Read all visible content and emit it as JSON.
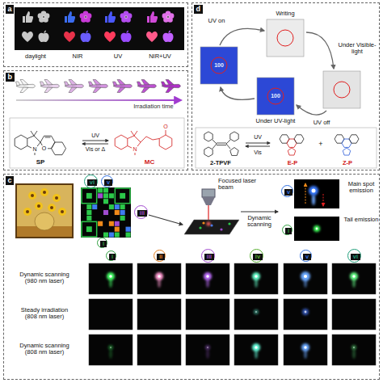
{
  "diagram": {
    "nodes": [
      {
        "text": [
          "a"
        ]
      },
      {
        "text": [
          "d"
        ]
      },
      {
        "text": [
          "b"
        ]
      },
      {
        "text": [
          "c"
        ]
      },
      {
        "text": [
          "vi"
        ],
        "in": 3
      },
      {
        "text": [
          "v"
        ],
        "in": 3
      },
      {
        "text": [
          "iii"
        ],
        "in": 3
      },
      {
        "text": [
          "i"
        ],
        "in": 3
      },
      {
        "text": [
          "v"
        ],
        "in": 3
      },
      {
        "text": [
          "i"
        ],
        "in": 3
      },
      {
        "text": [
          "i"
        ],
        "in": 3
      },
      {
        "text": [
          "ii"
        ],
        "in": 3
      },
      {
        "text": [
          "iii"
        ],
        "in": 3
      },
      {
        "text": [
          "iv"
        ],
        "in": 3
      },
      {
        "text": [
          "v"
        ],
        "in": 3
      },
      {
        "text": [
          "vi"
        ],
        "in": 3
      }
    ],
    "labels": [
      "daylight",
      "NIR",
      "UV",
      "NIR+UV",
      "Irradiation time",
      "N",
      "O",
      "UV",
      "Vis or Δ",
      "N",
      "O",
      "SP",
      "MC",
      "Writing",
      "UV on",
      "Under Visible-light",
      "100",
      "100",
      "UV off",
      "Under UV-light",
      "UV",
      "Vis",
      "+",
      "2-TPVF",
      "E-P",
      "Z-P",
      "Focused laser beam",
      "Dynamic scanning",
      "Main spot emission",
      "Tail emission",
      "Dynamic scanning (980 nm laser)",
      "Steady irradiation (808 nm laser)",
      "Dynamic scanning (808 nm laser)"
    ]
  }
}
